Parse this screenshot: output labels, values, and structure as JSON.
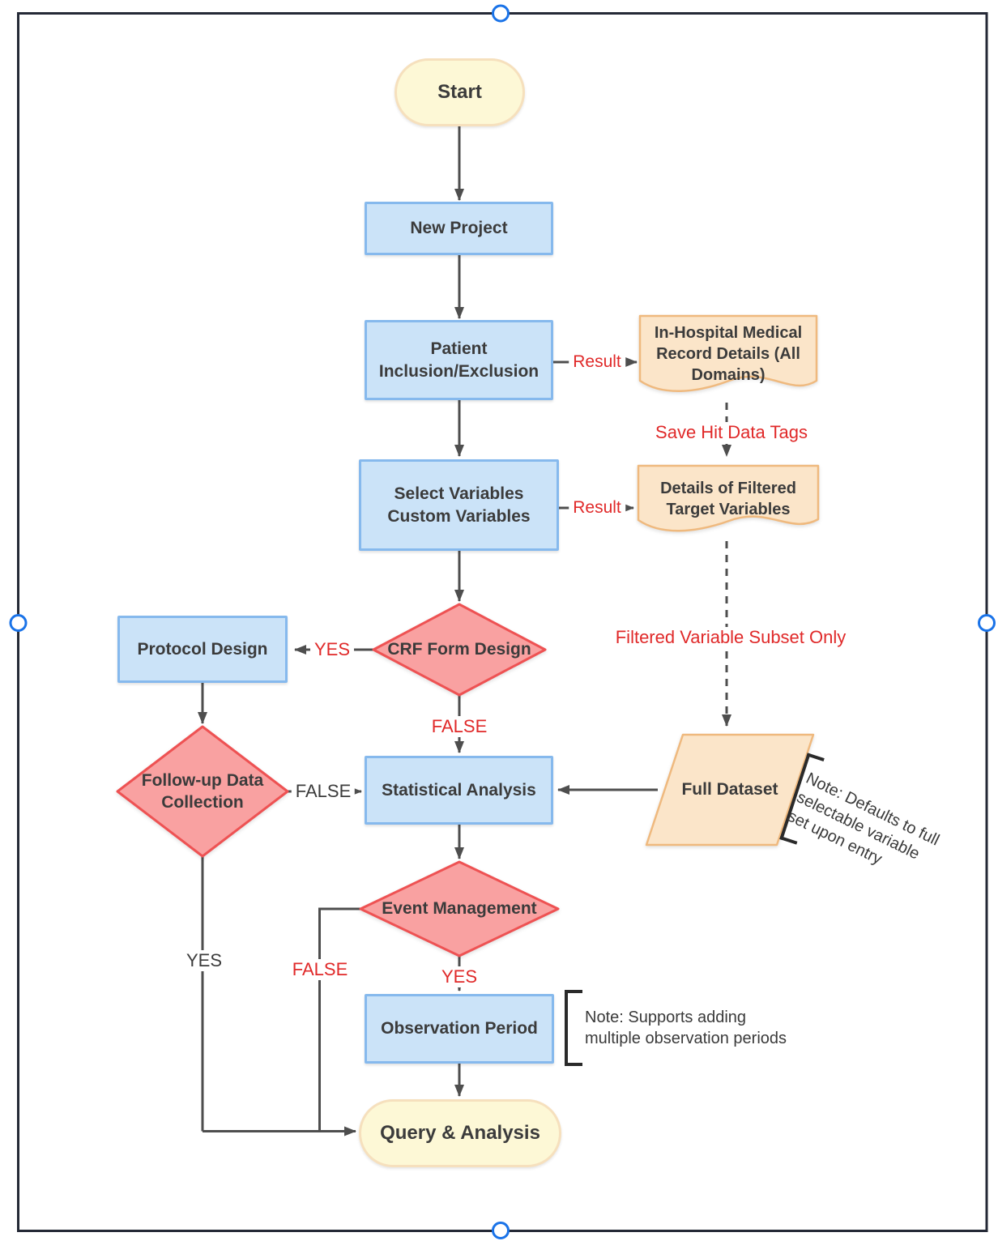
{
  "palette": {
    "process_fill": "#cbe3f8",
    "process_border": "#86b9ed",
    "terminal_fill": "#fdf8d6",
    "terminal_border": "#f6e0bd",
    "decision_fill": "#f9a1a1",
    "decision_border": "#ee5253",
    "data_fill": "#fbe5c9",
    "data_border": "#efb97e",
    "edge_color": "#4e4e4e",
    "label_red": "#e02929",
    "label_dark": "#3c3c3c",
    "selection_border": "#242936",
    "handle_ring": "#1a73e8"
  },
  "nodes": {
    "start": {
      "label": "Start",
      "type": "terminal"
    },
    "new_project": {
      "label": "New Project",
      "type": "process"
    },
    "patient": {
      "label": "Patient\nInclusion/Exclusion",
      "type": "process"
    },
    "doc_records": {
      "label": "In-Hospital Medical\nRecord Details (All\nDomains)",
      "type": "document"
    },
    "select_vars": {
      "label": "Select Variables\nCustom Variables",
      "type": "process"
    },
    "doc_filtered": {
      "label": "Details of Filtered\nTarget Variables",
      "type": "document"
    },
    "crf": {
      "label": "CRF Form Design",
      "type": "decision"
    },
    "protocol": {
      "label": "Protocol Design",
      "type": "process"
    },
    "followup": {
      "label": "Follow-up Data\nCollection",
      "type": "decision"
    },
    "statistical": {
      "label": "Statistical Analysis",
      "type": "process"
    },
    "full_dataset": {
      "label": "Full Dataset",
      "type": "data"
    },
    "event": {
      "label": "Event Management",
      "type": "decision"
    },
    "observation": {
      "label": "Observation Period",
      "type": "process"
    },
    "query": {
      "label": "Query & Analysis",
      "type": "terminal"
    }
  },
  "edge_labels": {
    "result1": "Result",
    "save_tags": "Save Hit Data Tags",
    "result2": "Result",
    "filtered_subset": "Filtered Variable Subset Only",
    "crf_yes": "YES",
    "crf_false": "FALSE",
    "followup_false": "FALSE",
    "followup_yes": "YES",
    "event_false": "FALSE",
    "event_yes": "YES"
  },
  "notes": {
    "full_dataset": "Note: Defaults to full\nselectable variable\nset upon entry",
    "observation": "Note: Supports adding\nmultiple observation periods"
  }
}
